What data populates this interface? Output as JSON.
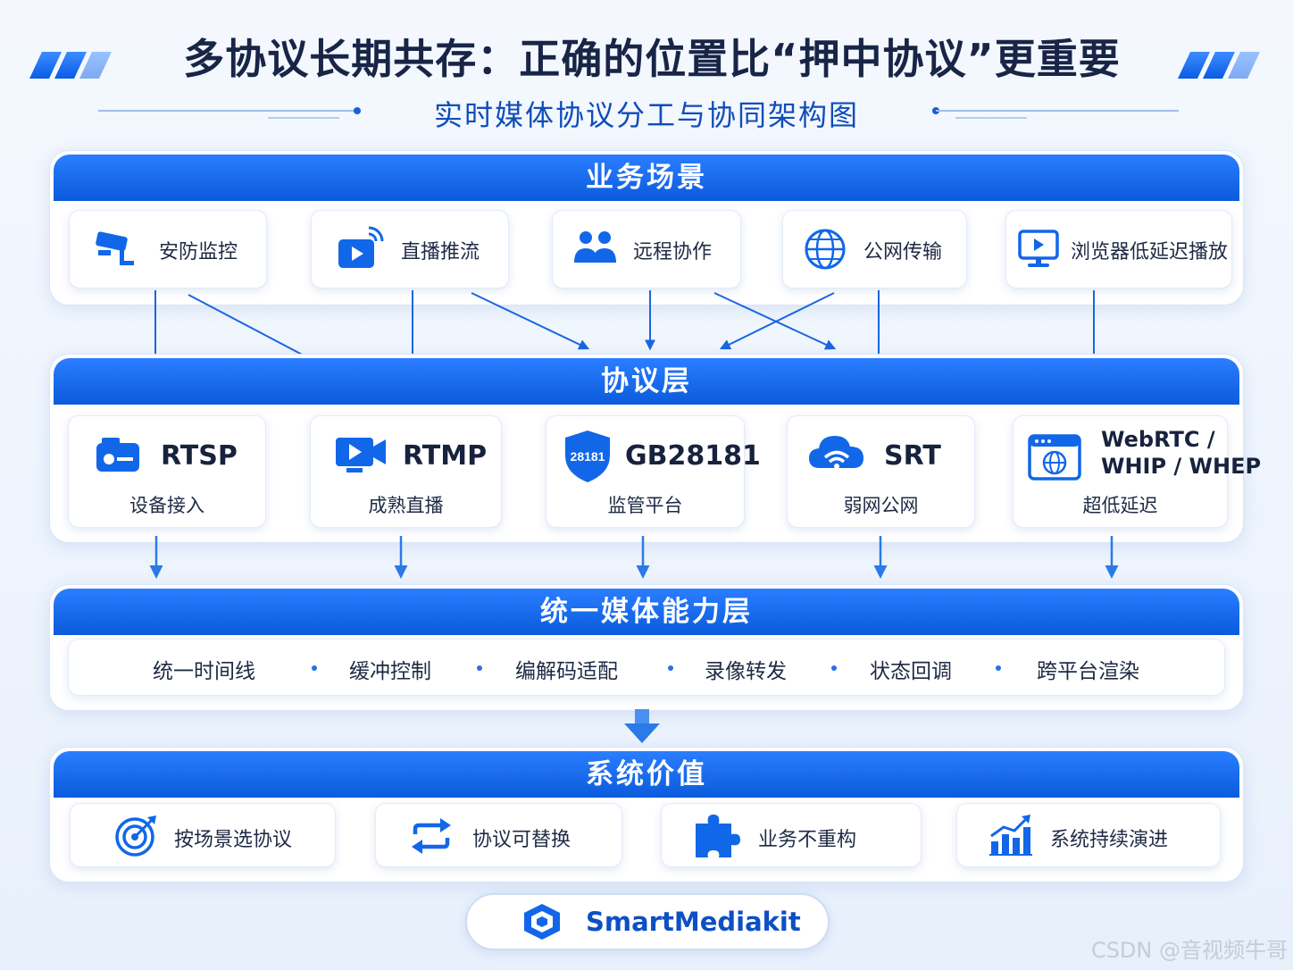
{
  "header": {
    "title": "多协议长期共存：正确的位置比“押中协议”更重要",
    "subtitle": "实时媒体协议分工与协同架构图"
  },
  "scenarios": {
    "title": "业务场景",
    "items": [
      {
        "label": "安防监控",
        "icon": "security-camera-icon"
      },
      {
        "label": "直播推流",
        "icon": "live-streaming-icon"
      },
      {
        "label": "远程协作",
        "icon": "team-users-icon"
      },
      {
        "label": "公网传输",
        "icon": "globe-network-icon"
      },
      {
        "label": "浏览器低延迟播放",
        "icon": "monitor-play-icon"
      }
    ]
  },
  "protocols": {
    "title": "协议层",
    "items": [
      {
        "name": "RTSP",
        "desc": "设备接入",
        "icon": "device-camera-icon"
      },
      {
        "name": "RTMP",
        "desc": "成熟直播",
        "icon": "video-camera-icon"
      },
      {
        "name": "GB28181",
        "desc": "监管平台",
        "icon": "shield-badge-icon",
        "badge": "28181"
      },
      {
        "name": "SRT",
        "desc": "弱网公网",
        "icon": "cloud-wifi-icon"
      },
      {
        "name_line1": "WebRTC /",
        "name_line2": "WHIP / WHEP",
        "desc": "超低延迟",
        "icon": "browser-globe-icon"
      }
    ]
  },
  "capabilities": {
    "title": "统一媒体能力层",
    "items": [
      "统一时间线",
      "缓冲控制",
      "编解码适配",
      "录像转发",
      "状态回调",
      "跨平台渲染"
    ]
  },
  "values": {
    "title": "系统价值",
    "items": [
      {
        "label": "按场景选协议",
        "icon": "target-icon"
      },
      {
        "label": "协议可替换",
        "icon": "swap-arrows-icon"
      },
      {
        "label": "业务不重构",
        "icon": "puzzle-icon"
      },
      {
        "label": "系统持续演进",
        "icon": "growth-chart-icon"
      }
    ]
  },
  "brand": {
    "name": "SmartMediakit",
    "icon": "cube-logo-icon"
  },
  "watermark": "CSDN @音视频牛哥",
  "colors": {
    "primary": "#0b5bdc",
    "accent": "#2a7eff",
    "text": "#1e2a44"
  }
}
